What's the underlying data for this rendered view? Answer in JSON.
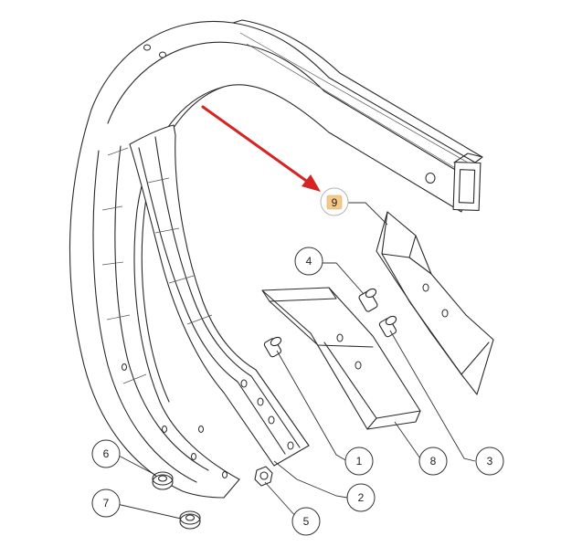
{
  "colors": {
    "line": "#2a2a2a",
    "arrow": "#d62424",
    "highlight_fill": "#f4c98a",
    "highlight_stroke": "#b4b4b4"
  },
  "callouts": [
    {
      "id": "1",
      "label": "1",
      "highlighted": false
    },
    {
      "id": "2",
      "label": "2",
      "highlighted": false
    },
    {
      "id": "3",
      "label": "3",
      "highlighted": false
    },
    {
      "id": "4",
      "label": "4",
      "highlighted": false
    },
    {
      "id": "5",
      "label": "5",
      "highlighted": false
    },
    {
      "id": "6",
      "label": "6",
      "highlighted": false
    },
    {
      "id": "7",
      "label": "7",
      "highlighted": false
    },
    {
      "id": "8",
      "label": "8",
      "highlighted": false
    },
    {
      "id": "9",
      "label": "9",
      "highlighted": true
    }
  ]
}
